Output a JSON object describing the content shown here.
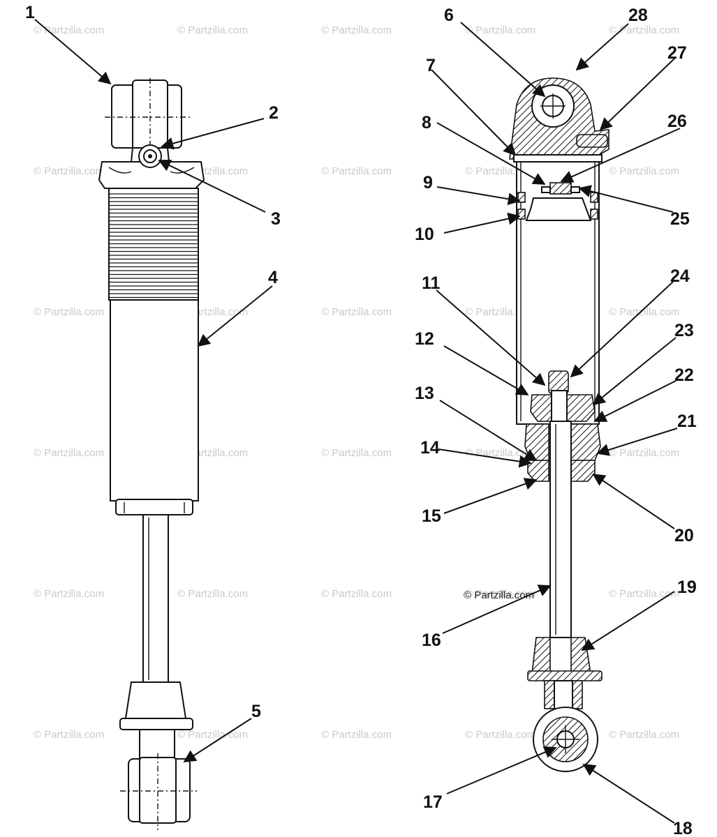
{
  "watermark": {
    "text": "© Partzilla.com",
    "foreground_text": "© Partzilla.com"
  },
  "callouts": [
    {
      "id": "1",
      "label": "1"
    },
    {
      "id": "2",
      "label": "2"
    },
    {
      "id": "3",
      "label": "3"
    },
    {
      "id": "4",
      "label": "4"
    },
    {
      "id": "5",
      "label": "5"
    },
    {
      "id": "6",
      "label": "6"
    },
    {
      "id": "7",
      "label": "7"
    },
    {
      "id": "8",
      "label": "8"
    },
    {
      "id": "9",
      "label": "9"
    },
    {
      "id": "10",
      "label": "10"
    },
    {
      "id": "11",
      "label": "11"
    },
    {
      "id": "12",
      "label": "12"
    },
    {
      "id": "13",
      "label": "13"
    },
    {
      "id": "14",
      "label": "14"
    },
    {
      "id": "15",
      "label": "15"
    },
    {
      "id": "16",
      "label": "16"
    },
    {
      "id": "17",
      "label": "17"
    },
    {
      "id": "18",
      "label": "18"
    },
    {
      "id": "19",
      "label": "19"
    },
    {
      "id": "20",
      "label": "20"
    },
    {
      "id": "21",
      "label": "21"
    },
    {
      "id": "22",
      "label": "22"
    },
    {
      "id": "23",
      "label": "23"
    },
    {
      "id": "24",
      "label": "24"
    },
    {
      "id": "25",
      "label": "25"
    },
    {
      "id": "26",
      "label": "26"
    },
    {
      "id": "27",
      "label": "27"
    },
    {
      "id": "28",
      "label": "28"
    }
  ]
}
